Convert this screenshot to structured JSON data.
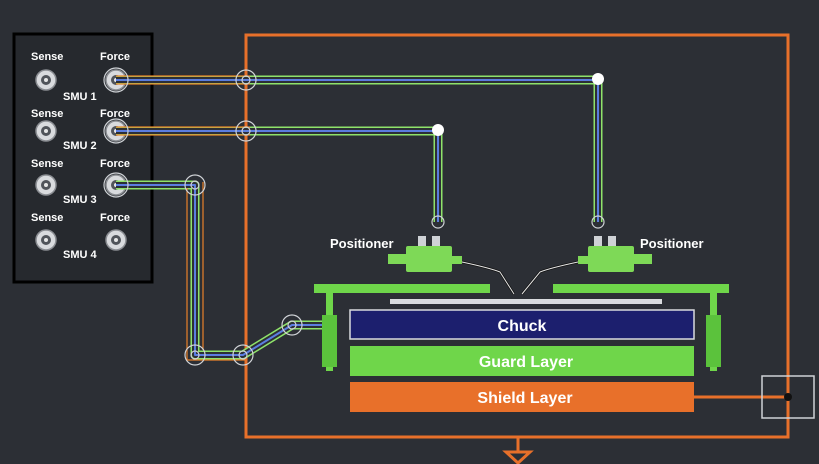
{
  "smu_panel": {
    "units": [
      {
        "sense": "Sense",
        "force": "Force",
        "name": "SMU 1"
      },
      {
        "sense": "Sense",
        "force": "Force",
        "name": "SMU 2"
      },
      {
        "sense": "Sense",
        "force": "Force",
        "name": "SMU 3"
      },
      {
        "sense": "Sense",
        "force": "Force",
        "name": "SMU 4"
      }
    ]
  },
  "positioners": {
    "left": "Positioner",
    "right": "Positioner"
  },
  "layers": {
    "chuck": "Chuck",
    "guard": "Guard Layer",
    "shield": "Shield Layer"
  },
  "colors": {
    "background": "#2c2f35",
    "enclosure": "#e8702a",
    "positioner": "#7ed957",
    "chuck": "#1c1f6e",
    "guard": "#6fd64a",
    "shield": "#e8702a",
    "cable_green": "#8fe36a",
    "cable_blue": "#5b7de0",
    "cable_orange": "#e8802a"
  },
  "icons": [
    "bnc-connector-icon",
    "ground-symbol-icon",
    "cable-junction-icon"
  ]
}
